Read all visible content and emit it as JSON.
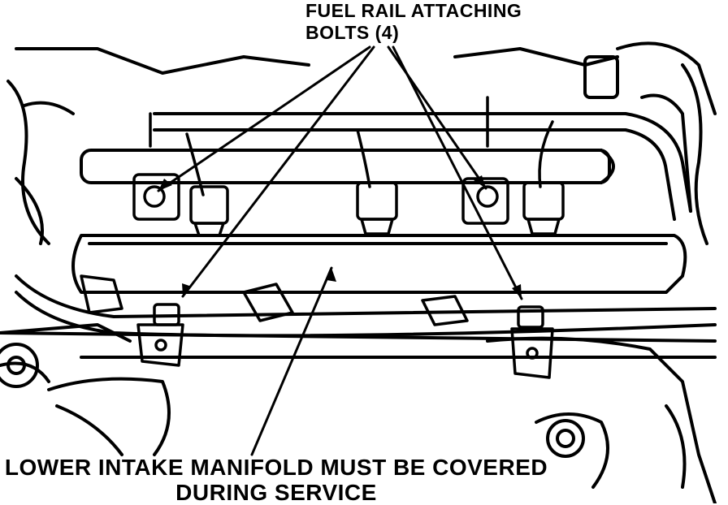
{
  "callouts": {
    "bolts_line1": "FUEL RAIL ATTACHING",
    "bolts_line2": "BOLTS (4)",
    "manifold_line1": "LOWER INTAKE MANIFOLD MUST BE COVERED",
    "manifold_line2": "DURING SERVICE"
  },
  "colors": {
    "ink": "#000000",
    "paper": "#ffffff"
  }
}
